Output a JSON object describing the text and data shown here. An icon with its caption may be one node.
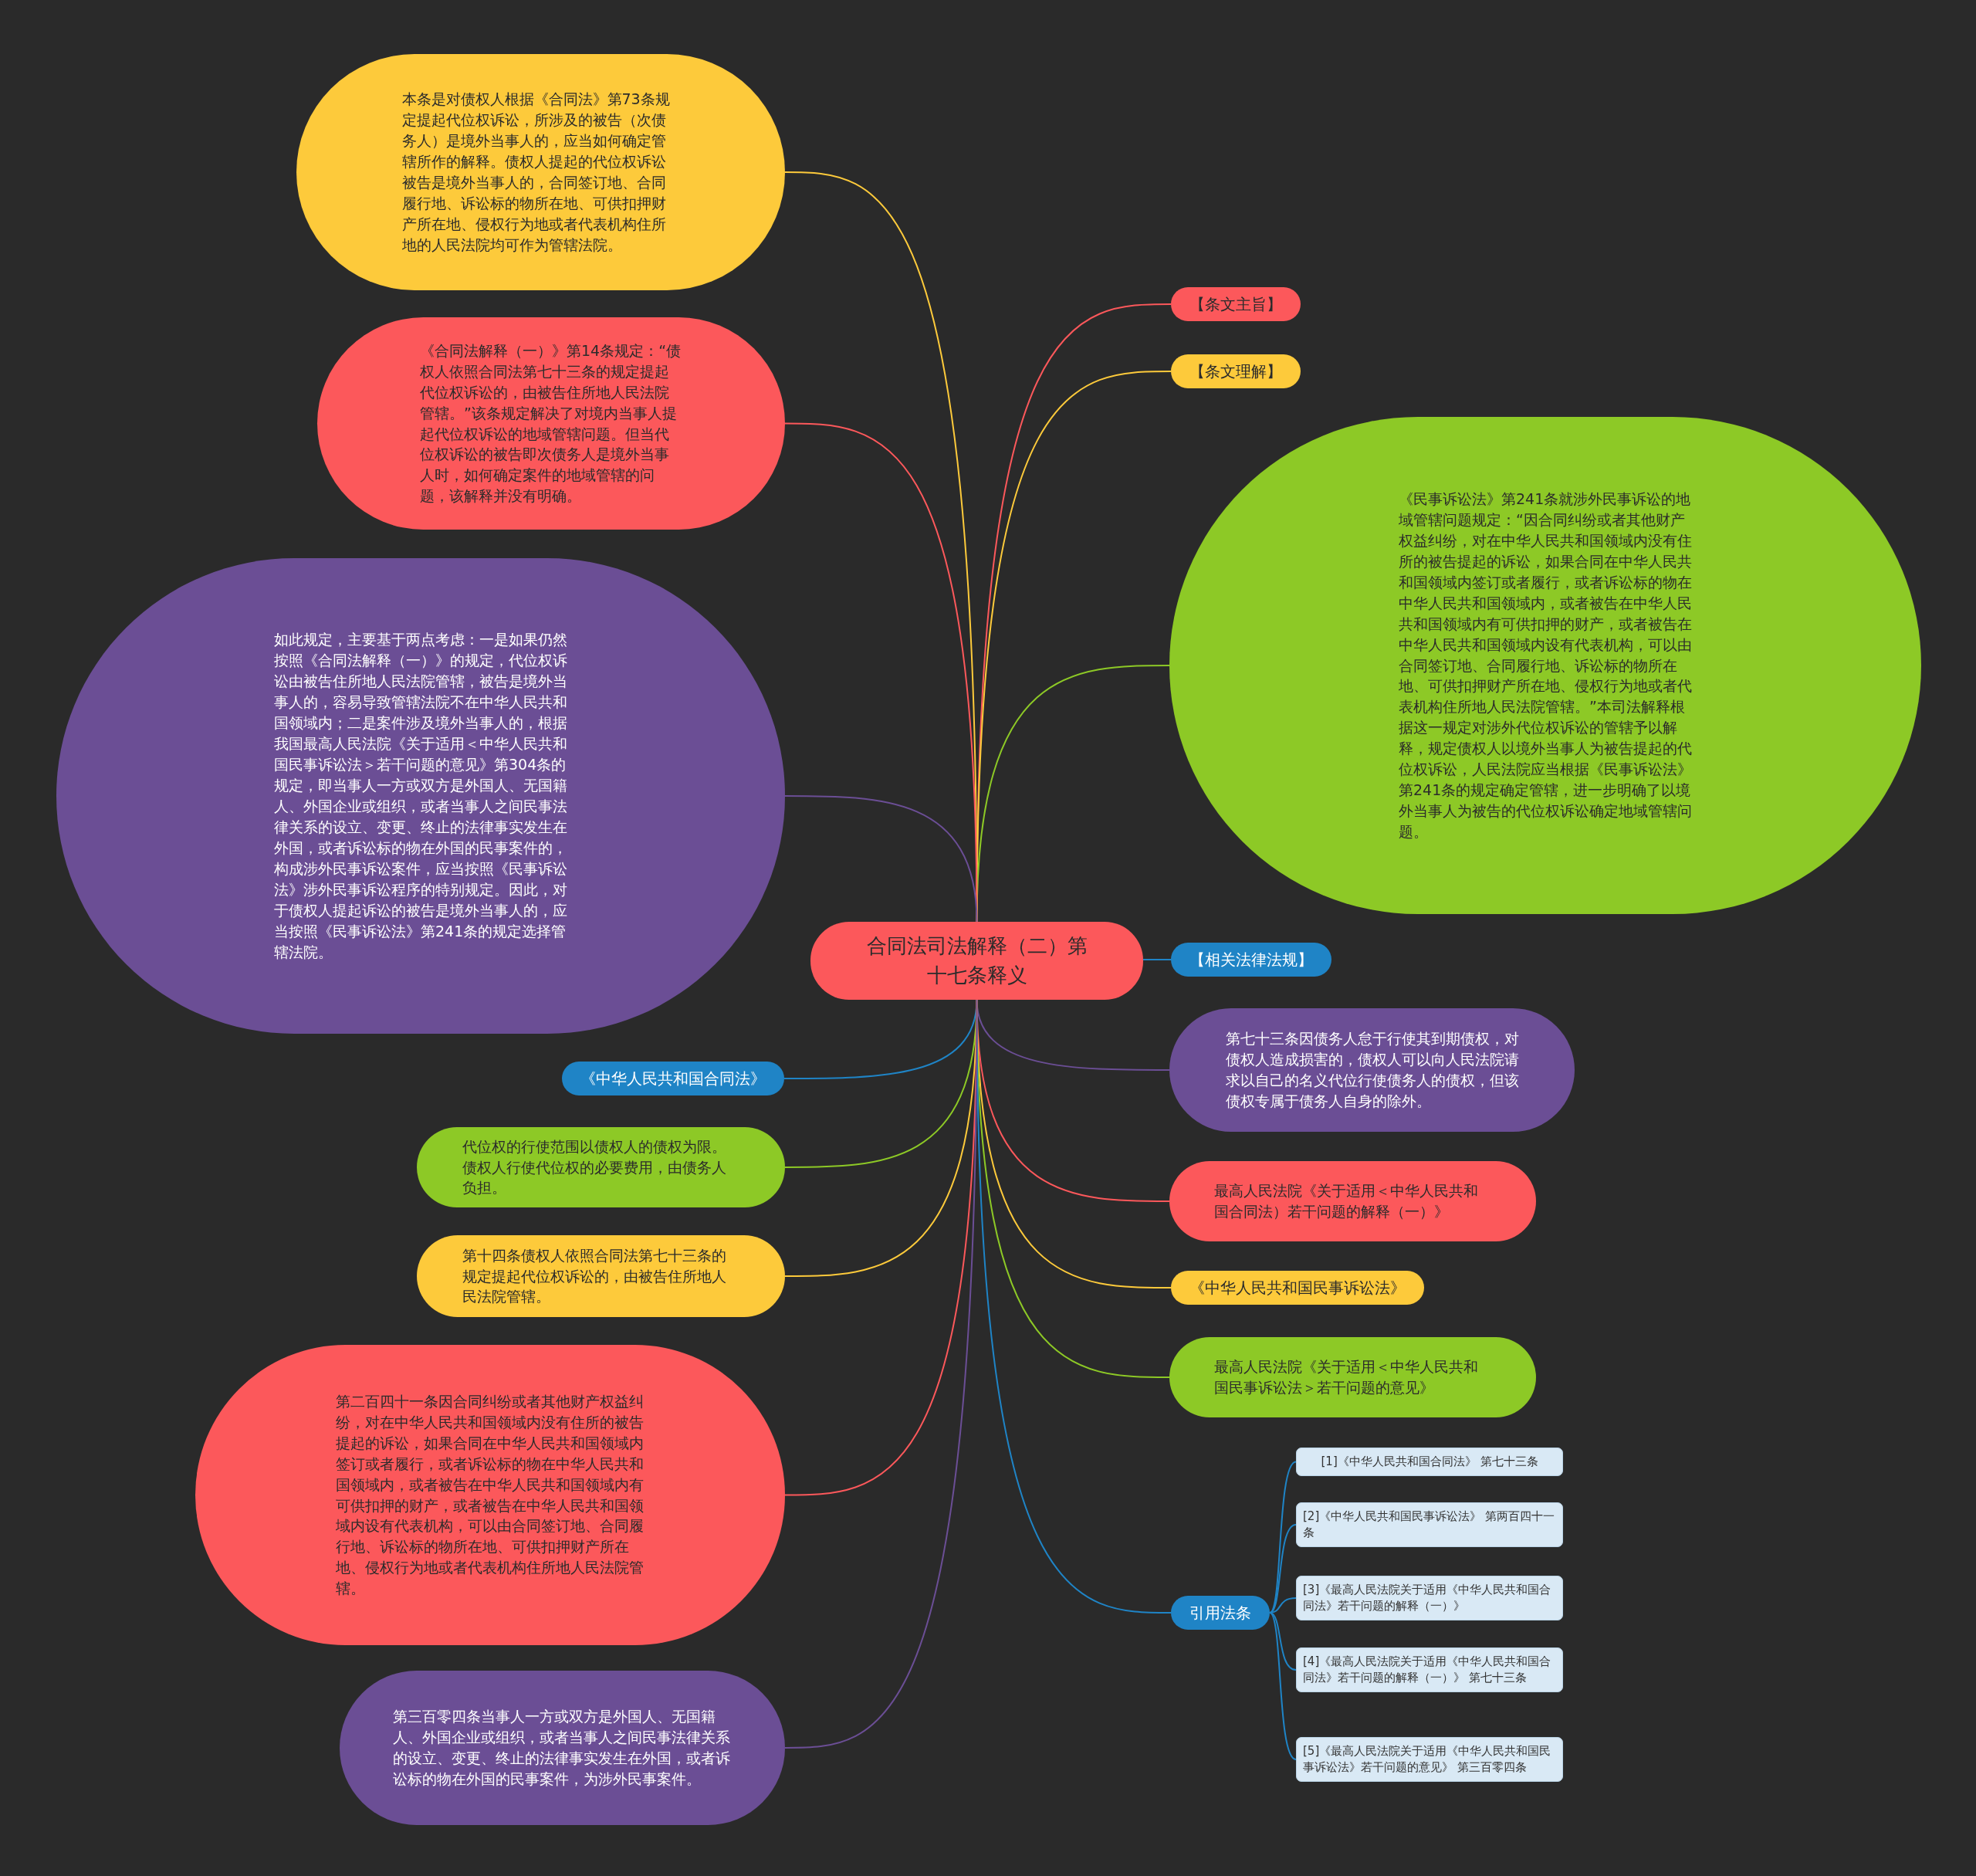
{
  "diagram": {
    "nodes": [
      {
        "text": [
          "合同法司法解释（二）第十七条释义"
        ]
      },
      {
        "text": [
          "【条文主旨】"
        ]
      },
      {
        "text": [
          "【条文理解】"
        ]
      },
      {
        "text": [
          "《民事诉讼法》第241条就涉外民事诉讼的地域管辖问题规定：“因合同纠纷或者其他财产权益纠纷，对在中华人民共和国领域内没有住所的被告提起的诉讼，如果合同在中华人民共和国领域内签订或者履行，或者诉讼标的物在中华人民共和国领域内，或者被告在中华人民共和国领域内有可供扣押的财产，或者被告在中华人民共和国领域内设有代表机构，可以由合同签订地、合同履行地、诉讼标的物所在地、可供扣押财产所在地、侵权行为地或者代表机构住所地人民法院管辖。”本司法解释根据这一规定对涉外代位权诉讼的管辖予以解释，规定债权人以境外当事人为被告提起的代位权诉讼，人民法院应当根据《民事诉讼法》第241条的规定确定管辖，进一步明确了以境外当事人为被告的代位权诉讼确定地域管辖问题。"
        ]
      },
      {
        "text": [
          "【相关法律法规】"
        ]
      },
      {
        "text": [
          "第七十三条因债务人怠于行使其到期债权，对债权人造成损害的，债权人可以向人民法院请求以自己的名义代位行使债务人的债权，但该债权专属于债务人自身的除外。"
        ]
      },
      {
        "text": [
          "最高人民法院《关于适用＜中华人民共和国合同法）若干问题的解释（一）》"
        ]
      },
      {
        "text": [
          "《中华人民共和国民事诉讼法》"
        ]
      },
      {
        "text": [
          "最高人民法院《关于适用＜中华人民共和国民事诉讼法＞若干问题的意见》"
        ]
      },
      {
        "text": [
          "引用法条"
        ]
      },
      {
        "text": [
          "[1]《中华人民共和国合同法》 第七十三条"
        ]
      },
      {
        "text": [
          "[2]《中华人民共和国民事诉讼法》 第两百四十一条"
        ]
      },
      {
        "text": [
          "[3]《最高人民法院关于适用《中华人民共和国合同法》若干问题的解释（一）》"
        ]
      },
      {
        "text": [
          "[4]《最高人民法院关于适用《中华人民共和国合同法》若干问题的解释（一）》 第七十三条"
        ]
      },
      {
        "text": [
          "[5]《最高人民法院关于适用《中华人民共和国民事诉讼法》若干问题的意见》 第三百零四条"
        ]
      },
      {
        "text": [
          "本条是对债权人根据《合同法》第73条规定提起代位权诉讼，所涉及的被告（次债务人）是境外当事人的，应当如何确定管辖所作的解释。债权人提起的代位权诉讼被告是境外当事人的，合同签订地、合同履行地、诉讼标的物所在地、可供扣押财产所在地、侵权行为地或者代表机构住所地的人民法院均可作为管辖法院。"
        ]
      },
      {
        "text": [
          "《合同法解释（一）》第14条规定：“债权人依照合同法第七十三条的规定提起代位权诉讼的，由被告住所地人民法院管辖。”该条规定解决了对境内当事人提起代位权诉讼的地域管辖问题。但当代位权诉讼的被告即次债务人是境外当事人时，如何确定案件的地域管辖的问题，该解释并没有明确。"
        ]
      },
      {
        "text": [
          "如此规定，主要基于两点考虑：一是如果仍然按照《合同法解释（一）》的规定，代位权诉讼由被告住所地人民法院管辖，被告是境外当事人的，容易导致管辖法院不在中华人民共和国领域内；二是案件涉及境外当事人的，根据我国最高人民法院《关于适用＜中华人民共和国民事诉讼法＞若干问题的意见》第304条的规定，即当事人一方或双方是外国人、无国籍人、外国企业或组织，或者当事人之间民事法律关系的设立、变更、终止的法律事实发生在外国，或者诉讼标的物在外国的民事案件的，构成涉外民事诉讼案件，应当按照《民事诉讼法》涉外民事诉讼程序的特别规定。因此，对于债权人提起诉讼的被告是境外当事人的，应当按照《民事诉讼法》第241条的规定选择管辖法院。"
        ]
      },
      {
        "text": [
          "《中华人民共和国合同法》"
        ]
      },
      {
        "text": [
          "代位权的行使范围以债权人的债权为限。债权人行使代位权的必要费用，由债务人负担。"
        ]
      },
      {
        "text": [
          "第十四条债权人依照合同法第七十三条的规定提起代位权诉讼的，由被告住所地人民法院管辖。"
        ]
      },
      {
        "text": [
          "第二百四十一条因合同纠纷或者其他财产权益纠纷，对在中华人民共和国领域内没有住所的被告提起的诉讼，如果合同在中华人民共和国领域内签订或者履行，或者诉讼标的物在中华人民共和国领域内，或者被告在中华人民共和国领域内有可供扣押的财产，或者被告在中华人民共和国领域内设有代表机构，可以由合同签订地、合同履行地、诉讼标的物所在地、可供扣押财产所在地、侵权行为地或者代表机构住所地人民法院管辖。"
        ]
      },
      {
        "text": [
          "第三百零四条当事人一方或双方是外国人、无国籍人、外国企业或组织，或者当事人之间民事法律关系的设立、变更、终止的法律事实发生在外国，或者诉讼标的物在外国的民事案件，为涉外民事案件。"
        ]
      }
    ],
    "edges": [
      {
        "from": 0,
        "to": 1,
        "arrow": "none",
        "color": "#fc585b"
      },
      {
        "from": 0,
        "to": 2,
        "arrow": "none",
        "color": "#fdca3b"
      },
      {
        "from": 0,
        "to": 3,
        "arrow": "none",
        "color": "#8dc926"
      },
      {
        "from": 0,
        "to": 4,
        "arrow": "none",
        "color": "#1f84c6"
      },
      {
        "from": 0,
        "to": 5,
        "arrow": "none",
        "color": "#6b4e95"
      },
      {
        "from": 0,
        "to": 6,
        "arrow": "none",
        "color": "#fc585b"
      },
      {
        "from": 0,
        "to": 7,
        "arrow": "none",
        "color": "#fdca3b"
      },
      {
        "from": 0,
        "to": 8,
        "arrow": "none",
        "color": "#8dc926"
      },
      {
        "from": 0,
        "to": 9,
        "arrow": "none",
        "color": "#1f84c6"
      },
      {
        "from": 9,
        "to": 10,
        "arrow": "none",
        "color": "#1f84c6"
      },
      {
        "from": 9,
        "to": 11,
        "arrow": "none",
        "color": "#1f84c6"
      },
      {
        "from": 9,
        "to": 12,
        "arrow": "none",
        "color": "#1f84c6"
      },
      {
        "from": 9,
        "to": 13,
        "arrow": "none",
        "color": "#1f84c6"
      },
      {
        "from": 9,
        "to": 14,
        "arrow": "none",
        "color": "#1f84c6"
      },
      {
        "from": 0,
        "to": 15,
        "arrow": "none",
        "color": "#fdca3b"
      },
      {
        "from": 0,
        "to": 16,
        "arrow": "none",
        "color": "#fc585b"
      },
      {
        "from": 0,
        "to": 17,
        "arrow": "none",
        "color": "#6b4e95"
      },
      {
        "from": 0,
        "to": 18,
        "arrow": "none",
        "color": "#1f84c6"
      },
      {
        "from": 0,
        "to": 19,
        "arrow": "none",
        "color": "#8dc926"
      },
      {
        "from": 0,
        "to": 20,
        "arrow": "none",
        "color": "#fdca3b"
      },
      {
        "from": 0,
        "to": 21,
        "arrow": "none",
        "color": "#fc585b"
      },
      {
        "from": 0,
        "to": 22,
        "arrow": "none",
        "color": "#6b4e95"
      }
    ]
  }
}
